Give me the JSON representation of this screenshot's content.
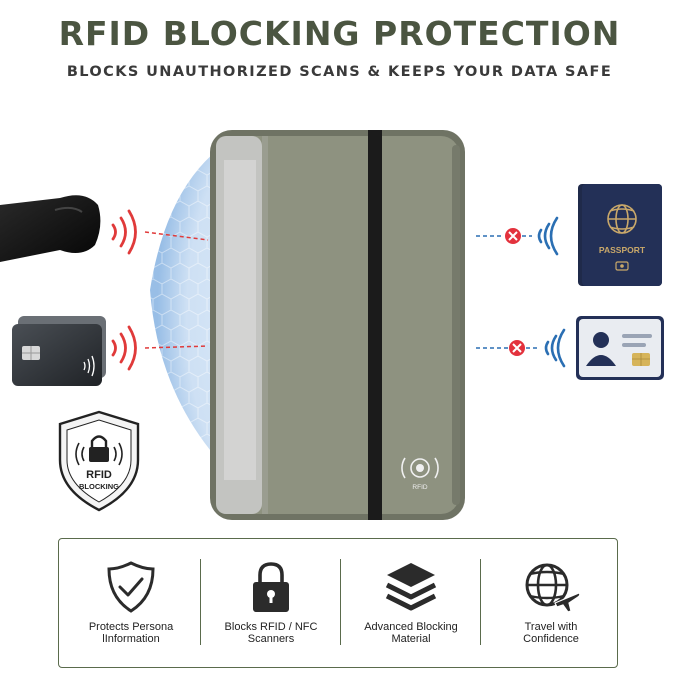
{
  "header": {
    "title": "RFID BLOCKING PROTECTION",
    "subtitle": "BLOCKS UNAUTHORIZED SCANS & KEEPS YOUR DATA SAFE"
  },
  "product": {
    "emblem_text": "RFID",
    "body_color": "#8e9280",
    "strap_color": "#1b1b1b"
  },
  "badge": {
    "line1": "RFID",
    "line2": "BLOCKING"
  },
  "passport": {
    "label": "PASSPORT"
  },
  "features": [
    {
      "icon": "shield-check-icon",
      "label": "Protects Persona\nlInformation"
    },
    {
      "icon": "padlock-icon",
      "label": "Blocks RFID / NFC\nScanners"
    },
    {
      "icon": "layers-icon",
      "label": "Advanced Blocking\nMaterial"
    },
    {
      "icon": "globe-plane-icon",
      "label": "Travel with\nConfidence"
    }
  ],
  "colors": {
    "accent": "#4b5541",
    "signal_red": "#e03a3a",
    "signal_blue": "#2b6fb3",
    "block_red": "#e3323d"
  }
}
